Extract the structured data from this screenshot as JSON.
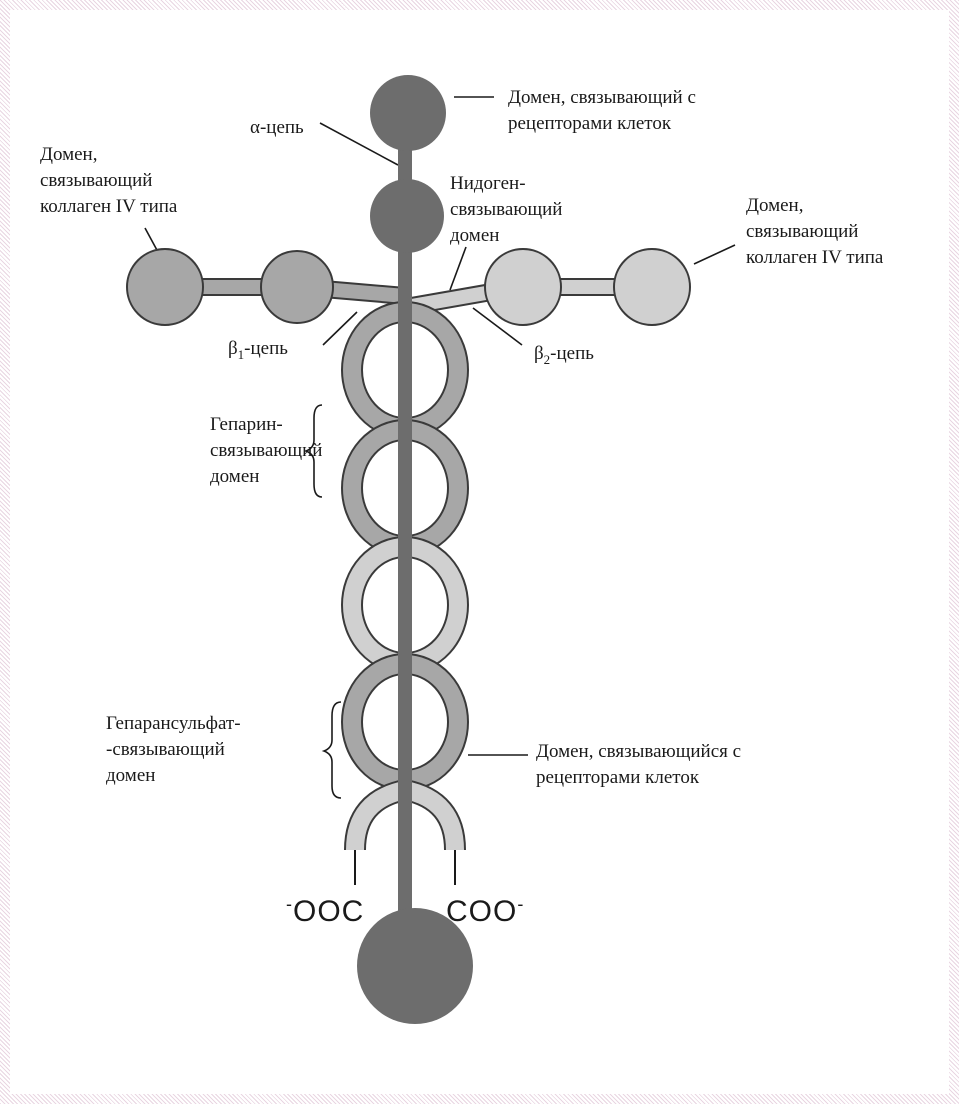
{
  "colors": {
    "alpha": "#6d6d6d",
    "beta1": "#a7a7a7",
    "beta2": "#d0d0d0",
    "outline": "#3a3a3a"
  },
  "labels": {
    "alpha_top_domain_1": "Домен, связывающий с",
    "alpha_top_domain_2": "рецепторами клеток",
    "alpha_chain": "α-цепь",
    "nidogen_1": "Нидоген-",
    "nidogen_2": "связывающий",
    "nidogen_3": "домен",
    "left_collagen_1": "Домен,",
    "left_collagen_2": "связывающий",
    "left_collagen_3": "коллаген IV типа",
    "right_collagen_1": "Домен,",
    "right_collagen_2": "связывающий",
    "right_collagen_3": "коллаген IV типа",
    "beta1_symbol": "β",
    "beta1_sub": "1",
    "beta1_suffix": "-цепь",
    "beta2_symbol": "β",
    "beta2_sub": "2",
    "beta2_suffix": "-цепь",
    "heparin_1": "Гепарин-",
    "heparin_2": "связывающий",
    "heparin_3": "домен",
    "left_terminus_sign": "-",
    "left_terminus": "OOC",
    "right_terminus": "COO",
    "right_terminus_sign": "-",
    "heparansulfate_1": "Гепарансульфат-",
    "heparansulfate_2": "-связывающий",
    "heparansulfate_3": "домен",
    "bottom_domain_1": "Домен, связывающийся с",
    "bottom_domain_2": "рецепторами клеток"
  }
}
